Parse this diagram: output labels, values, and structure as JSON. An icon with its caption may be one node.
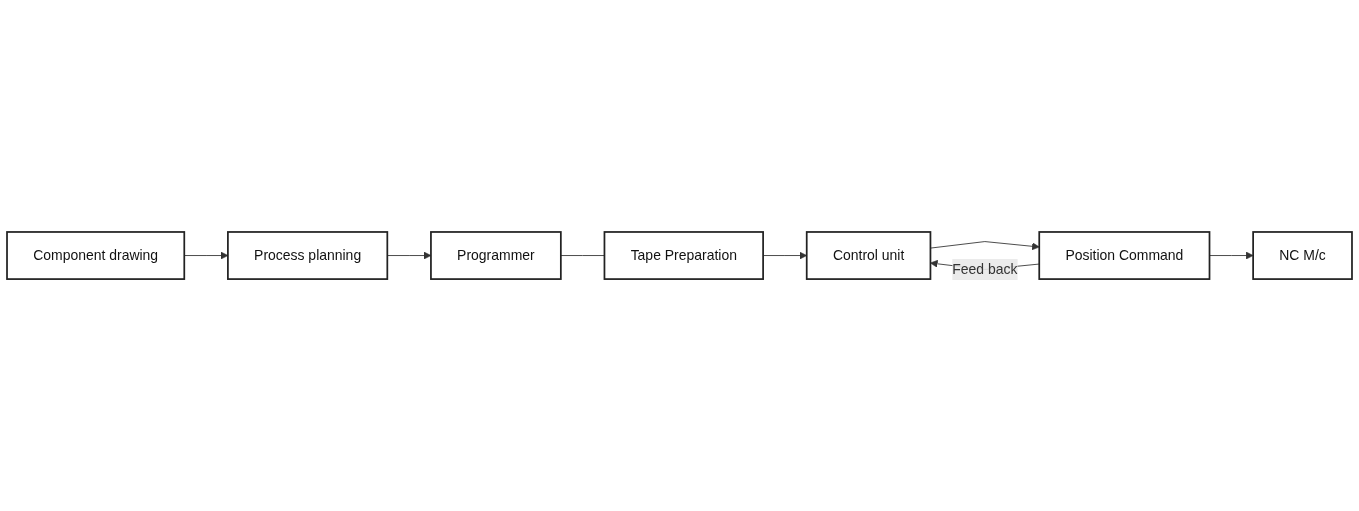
{
  "diagram": {
    "nodes": [
      {
        "text": [
          "Component drawing"
        ]
      },
      {
        "text": [
          "Process planning"
        ]
      },
      {
        "text": [
          "Programmer"
        ]
      },
      {
        "text": [
          "Tape Preparation"
        ]
      },
      {
        "text": [
          "Control unit"
        ]
      },
      {
        "text": [
          "Position Command"
        ]
      },
      {
        "text": [
          "NC M/c"
        ]
      }
    ],
    "edges": [
      {
        "from": 0,
        "to": 1,
        "arrow": "to"
      },
      {
        "from": 1,
        "to": 2,
        "arrow": "to"
      },
      {
        "from": 2,
        "to": 3,
        "arrow": "none"
      },
      {
        "from": 3,
        "to": 4,
        "arrow": "to"
      },
      {
        "from": 4,
        "to": 5,
        "arrow": "to"
      },
      {
        "from": 5,
        "to": 6,
        "arrow": "to"
      },
      {
        "from": 5,
        "to": 4,
        "arrow": "to",
        "label": "Feed back"
      }
    ]
  }
}
